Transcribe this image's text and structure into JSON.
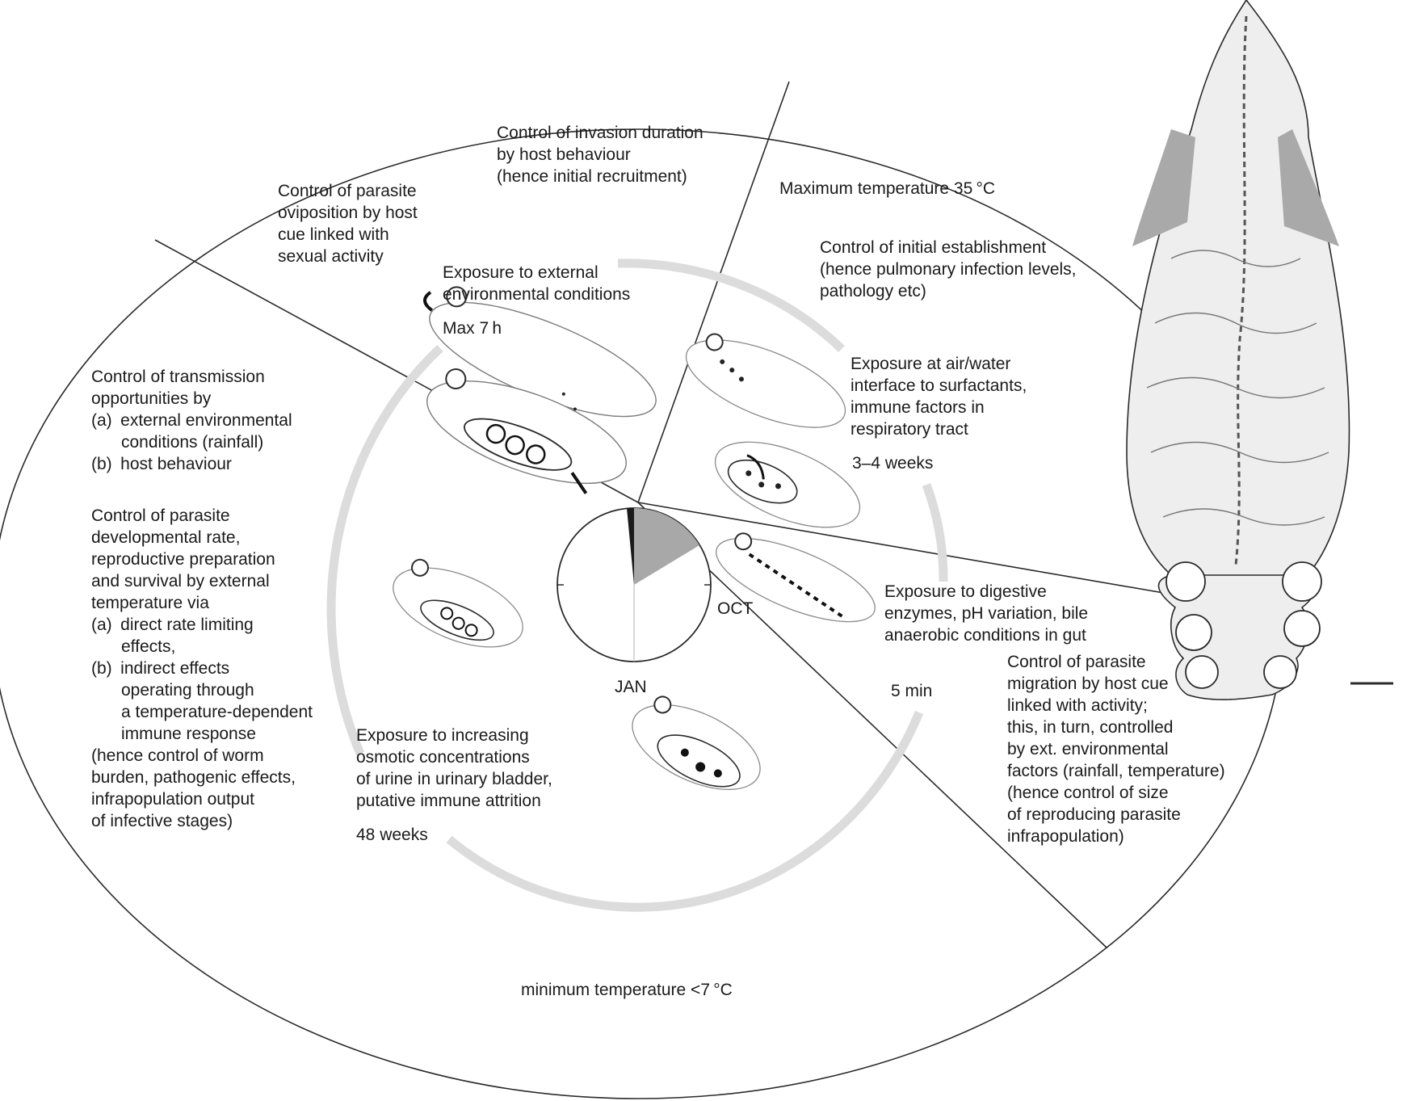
{
  "labels": {
    "invasion": [
      "Control of invasion duration",
      "by host behaviour",
      "(hence initial recruitment)"
    ],
    "oviposition": [
      "Control of parasite",
      "oviposition by host",
      "cue linked with",
      "sexual activity"
    ],
    "max_temp": "Maximum temperature 35 °C",
    "establishment": [
      "Control of initial establishment",
      "(hence pulmonary infection levels,",
      "pathology etc)"
    ],
    "exposure_external": [
      "Exposure to external",
      "environmental conditions"
    ],
    "max7h": "Max 7 h",
    "transmission_title": [
      "Control of transmission",
      "opportunities by"
    ],
    "transmission_a": [
      "(a) external environmental",
      "conditions (rainfall)"
    ],
    "transmission_b": "(b) host behaviour",
    "airwater": [
      "Exposure at air/water",
      "interface to surfactants,",
      "immune factors in",
      "respiratory tract"
    ],
    "weeks34": "3–4 weeks",
    "developmental": [
      "Control of parasite",
      "developmental rate,",
      "reproductive preparation",
      "and survival by external",
      "temperature via"
    ],
    "dev_a": [
      "(a) direct rate limiting",
      "effects,"
    ],
    "dev_b": [
      "(b) indirect effects",
      "operating through",
      "a temperature-dependent",
      "immune response"
    ],
    "dev_hence": [
      "(hence control of worm",
      "burden, pathogenic effects,",
      "infrapopulation output",
      "of infective stages)"
    ],
    "oct": "OCT",
    "jan": "JAN",
    "digestive": [
      "Exposure to digestive",
      "enzymes, pH variation, bile",
      "anaerobic conditions in gut"
    ],
    "migration": [
      "Control of parasite",
      "migration by host cue",
      "linked with activity;",
      "this, in turn, controlled",
      "by ext. environmental",
      "factors (rainfall, temperature)",
      "(hence control of size",
      "of reproducing parasite",
      "infrapopulation)"
    ],
    "min5": "5 min",
    "osmotic": [
      "Exposure to increasing",
      "osmotic concentrations",
      "of urine in urinary bladder,",
      "putative immune attrition"
    ],
    "weeks48": "48 weeks",
    "min_temp": "minimum temperature <7 °C"
  },
  "colors": {
    "line": "#2a2a2a",
    "arc": "#dcdcdc",
    "sector_fill": "#a8a8a8",
    "worm_dark": "#a9a9a9",
    "worm_light": "#eeeeee"
  }
}
